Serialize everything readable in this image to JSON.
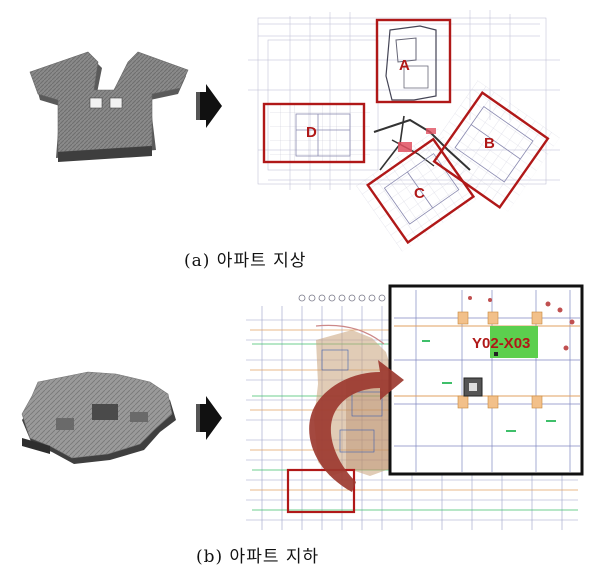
{
  "figure": {
    "caption_a": "(a) 아파트 지상",
    "caption_b": "(b) 아파트 지하"
  },
  "panel_a": {
    "zones": [
      {
        "label": "A",
        "color": "#b01818"
      },
      {
        "label": "B",
        "color": "#b01818"
      },
      {
        "label": "C",
        "color": "#b01818"
      },
      {
        "label": "D",
        "color": "#b01818"
      }
    ],
    "model_icon": "y-shaped-building-model",
    "arrow_icon": "right-arrow-icon"
  },
  "panel_b": {
    "inset_label": "Y02-X03",
    "highlight_color": "#5ccf4e",
    "curved_arrow_color": "#9c3a30",
    "model_icon": "underground-slab-model",
    "arrow_icon": "right-arrow-icon"
  }
}
